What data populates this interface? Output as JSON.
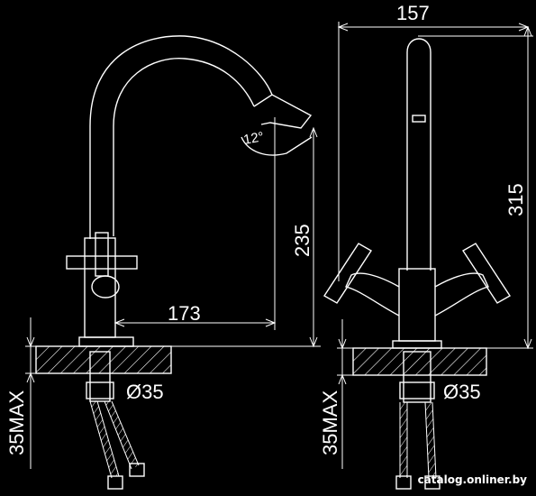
{
  "dimensions": {
    "width_top": "157",
    "height_right": "315",
    "height_spout": "235",
    "reach": "173",
    "diameter_left": "Ø35",
    "diameter_right": "Ø35",
    "max_left": "35MAX",
    "max_right": "35MAX",
    "angle": "12°"
  },
  "watermark": "catalog.onliner.by",
  "colors": {
    "background": "#000000",
    "line": "#ffffff"
  }
}
